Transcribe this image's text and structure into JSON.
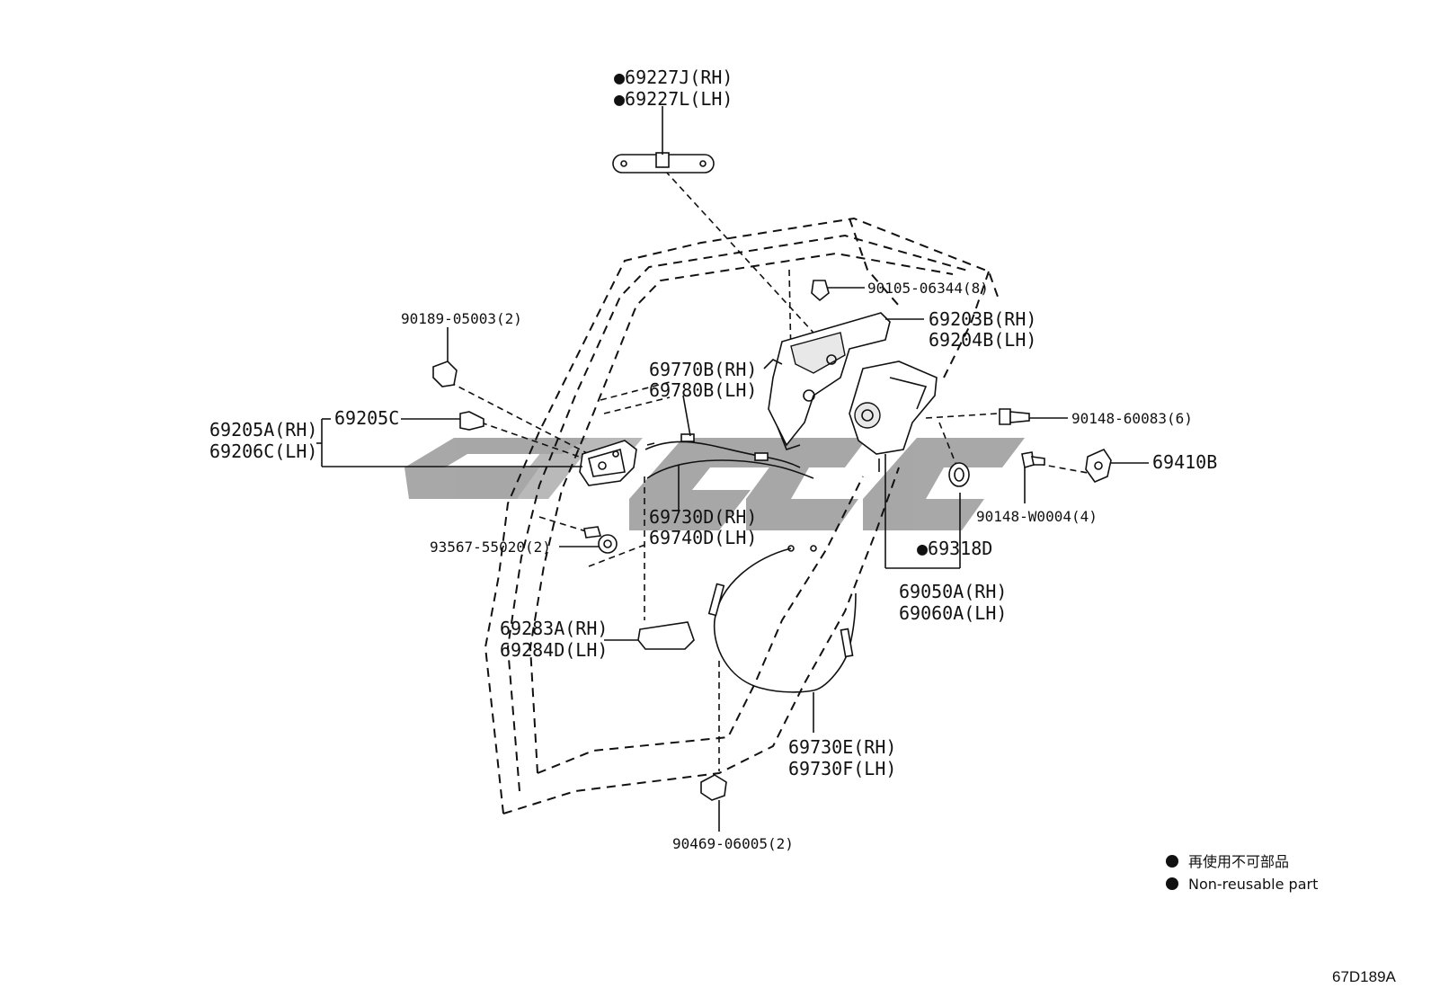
{
  "diagram_code": "67D189A",
  "watermark_color": "#9e9e9e",
  "labels": {
    "p69227": {
      "rh": "●69227J(RH)",
      "lh": "●69227L(LH)"
    },
    "p90105": "90105-06344(8)",
    "p69203": {
      "rh": "69203B(RH)",
      "lh": "69204B(LH)"
    },
    "p90189": "90189-05003(2)",
    "p69770": {
      "rh": "69770B(RH)",
      "lh": "69780B(LH)"
    },
    "p69205": {
      "rh": "69205A(RH)",
      "lh": "69206C(LH)",
      "c": "69205C"
    },
    "p90148a": "90148-60083(6)",
    "p69410": "69410B",
    "p90148b": "90148-W0004(4)",
    "p69730d": {
      "rh": "69730D(RH)",
      "lh": "69740D(LH)"
    },
    "p93567": "93567-55020(2)",
    "p69318": "●69318D",
    "p69050": {
      "rh": "69050A(RH)",
      "lh": "69060A(LH)"
    },
    "p69283": {
      "rh": "69283A(RH)",
      "lh": "69284D(LH)"
    },
    "p69730e": {
      "rh": "69730E(RH)",
      "lh": "69730F(LH)"
    },
    "p90469": "90469-06005(2)"
  },
  "legend": {
    "jp": "再使用不可部品",
    "en": "Non-reusable part"
  }
}
